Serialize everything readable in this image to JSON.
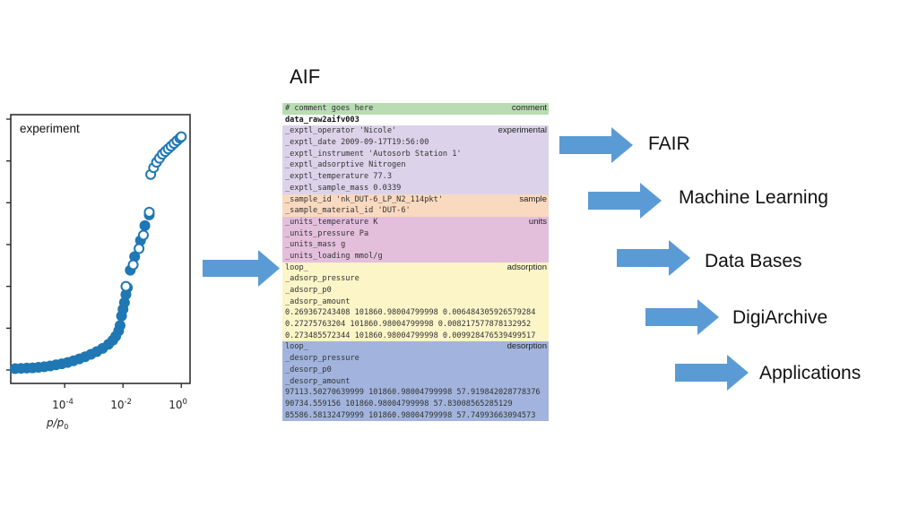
{
  "colors": {
    "arrow": "#5b9bd5",
    "marker": "#1f77b4",
    "comment": "#b9dcb4",
    "experimental": "#dcd3ea",
    "sample": "#f9d9bf",
    "units": "#e4bfdc",
    "adsorption": "#fbf5c8",
    "desorption": "#a2b4dd"
  },
  "chart_data": {
    "type": "scatter",
    "title": "",
    "annotation": "experiment",
    "xlabel": "p/p0",
    "ylabel": "",
    "xscale": "log",
    "xlim_log10": [
      -5.85,
      0.3
    ],
    "ylim": [
      0,
      1
    ],
    "x_tick_labels": [
      "10^-4",
      "10^-2",
      "10^0"
    ],
    "x_tick_log10": [
      -4,
      -2,
      0
    ],
    "y_ticks": [
      0.0,
      0.155,
      0.31,
      0.465,
      0.62,
      0.775,
      0.93
    ],
    "y_tick_labels_visible": false,
    "series": [
      {
        "name": "adsorption",
        "marker": "filled",
        "points_log10x_y": [
          [
            -5.7,
            0.005
          ],
          [
            -5.5,
            0.006
          ],
          [
            -5.3,
            0.007
          ],
          [
            -5.1,
            0.008
          ],
          [
            -4.9,
            0.01
          ],
          [
            -4.7,
            0.012
          ],
          [
            -4.5,
            0.015
          ],
          [
            -4.3,
            0.019
          ],
          [
            -4.1,
            0.023
          ],
          [
            -3.9,
            0.028
          ],
          [
            -3.7,
            0.034
          ],
          [
            -3.5,
            0.041
          ],
          [
            -3.3,
            0.049
          ],
          [
            -3.1,
            0.058
          ],
          [
            -2.9,
            0.068
          ],
          [
            -2.7,
            0.08
          ],
          [
            -2.5,
            0.095
          ],
          [
            -2.35,
            0.11
          ],
          [
            -2.25,
            0.125
          ],
          [
            -2.15,
            0.145
          ],
          [
            -2.1,
            0.165
          ],
          [
            -2.05,
            0.2
          ],
          [
            -2.0,
            0.225
          ],
          [
            -1.95,
            0.25
          ],
          [
            -1.9,
            0.28
          ],
          [
            -1.85,
            0.305
          ],
          [
            -1.75,
            0.37
          ],
          [
            -1.6,
            0.42
          ],
          [
            -1.4,
            0.48
          ],
          [
            -1.25,
            0.535
          ],
          [
            -1.1,
            0.575
          ]
        ]
      },
      {
        "name": "desorption",
        "marker": "open",
        "points_log10x_y": [
          [
            -1.9,
            0.31
          ],
          [
            -1.65,
            0.39
          ],
          [
            -1.45,
            0.45
          ],
          [
            -1.3,
            0.5
          ],
          [
            -1.1,
            0.585
          ],
          [
            -1.05,
            0.725
          ],
          [
            -0.95,
            0.75
          ],
          [
            -0.85,
            0.77
          ],
          [
            -0.75,
            0.785
          ],
          [
            -0.65,
            0.8
          ],
          [
            -0.55,
            0.81
          ],
          [
            -0.45,
            0.82
          ],
          [
            -0.35,
            0.83
          ],
          [
            -0.25,
            0.84
          ],
          [
            -0.15,
            0.85
          ],
          [
            -0.05,
            0.86
          ],
          [
            0.0,
            0.865
          ]
        ]
      }
    ]
  },
  "aif": {
    "title": "AIF",
    "sections": [
      {
        "key": "comment",
        "tag": "comment",
        "lines": [
          "# comment goes here"
        ]
      },
      {
        "key": "data",
        "tag": "",
        "lines": [
          "data_raw2aifv003"
        ]
      },
      {
        "key": "experimental",
        "tag": "experimental",
        "lines": [
          "_exptl_operator 'Nicole'",
          "_exptl_date 2009-09-17T19:56:00",
          "_exptl_instrument 'Autosorb Station 1'",
          "_exptl_adsorptive Nitrogen",
          "_exptl_temperature 77.3",
          "_exptl_sample_mass 0.0339"
        ]
      },
      {
        "key": "sample",
        "tag": "sample",
        "lines": [
          "_sample_id 'nk_DUT-6_LP_N2_114pkt'",
          "_sample_material_id 'DUT-6'"
        ]
      },
      {
        "key": "units",
        "tag": "units",
        "lines": [
          "_units_temperature K",
          "_units_pressure Pa",
          "_units_mass g",
          "_units_loading mmol/g"
        ]
      },
      {
        "key": "adsorption",
        "tag": "adsorption",
        "lines": [
          "loop_",
          "_adsorp_pressure",
          "_adsorp_p0",
          "_adsorp_amount",
          "0.269367243408 101860.98004799998 0.006484305926579284",
          "0.27275763204 101860.98004799998 0.008217577878132952",
          "0.273485572344 101860.98004799998 0.009928476539499517"
        ]
      },
      {
        "key": "desorption",
        "tag": "desorption",
        "lines": [
          "loop_",
          "_desorp_pressure",
          "_desorp_p0",
          "_desorp_amount",
          "97113.50270639999 101860.98004799998 57.919842028778376",
          "90734.559156 101860.98004799998 57.83008565285129",
          "85586.58132479999 101860.98004799998 57.74993663094573"
        ]
      }
    ]
  },
  "outputs": [
    {
      "label": "FAIR"
    },
    {
      "label": "Machine Learning"
    },
    {
      "label": "Data Bases"
    },
    {
      "label": "DigiArchive"
    },
    {
      "label": "Applications"
    }
  ]
}
